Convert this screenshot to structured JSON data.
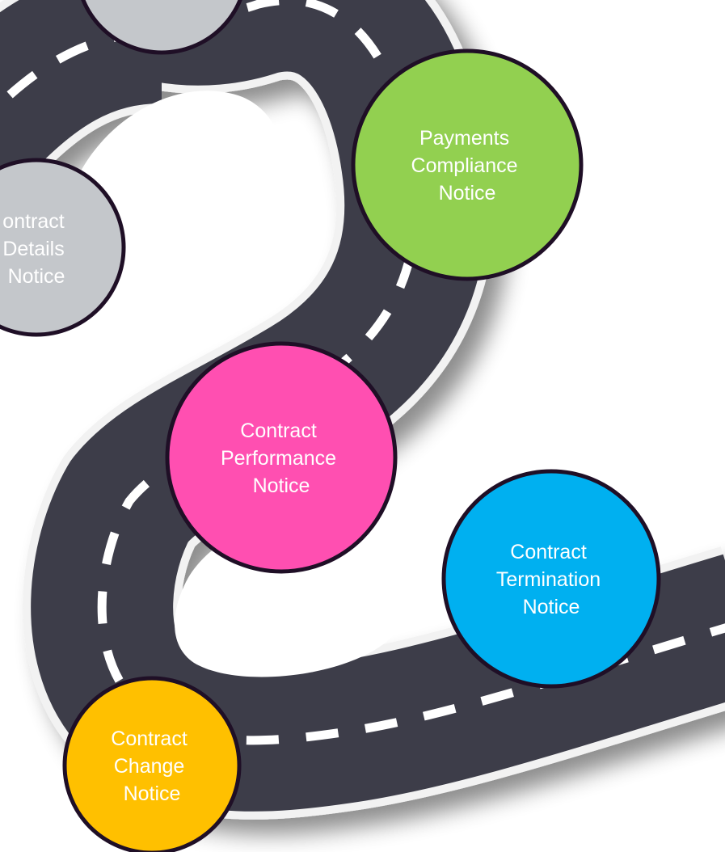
{
  "diagram": {
    "nodes": [
      {
        "id": "payments-compliance",
        "lines": [
          "Payments",
          "Compliance",
          "Notice"
        ],
        "color": "#92d050"
      },
      {
        "id": "contract-details",
        "lines": [
          "ontract",
          "Details",
          "Notice"
        ],
        "color": "#c4c7cb"
      },
      {
        "id": "contract-performance",
        "lines": [
          "Contract",
          "Performance",
          "Notice"
        ],
        "color": "#ff4fb1"
      },
      {
        "id": "contract-termination",
        "lines": [
          "Contract",
          "Termination",
          "Notice"
        ],
        "color": "#00b0f0"
      },
      {
        "id": "contract-change",
        "lines": [
          "Contract",
          "Change",
          "Notice"
        ],
        "color": "#ffc000"
      },
      {
        "id": "top-partial",
        "lines": [],
        "color": "#c4c7cb"
      }
    ],
    "colors": {
      "road": "#3d3e49",
      "road_dash": "#ffffff",
      "road_edge": "#f2f2f2",
      "node_border": "#1f0f26",
      "background": "#ffffff"
    }
  }
}
